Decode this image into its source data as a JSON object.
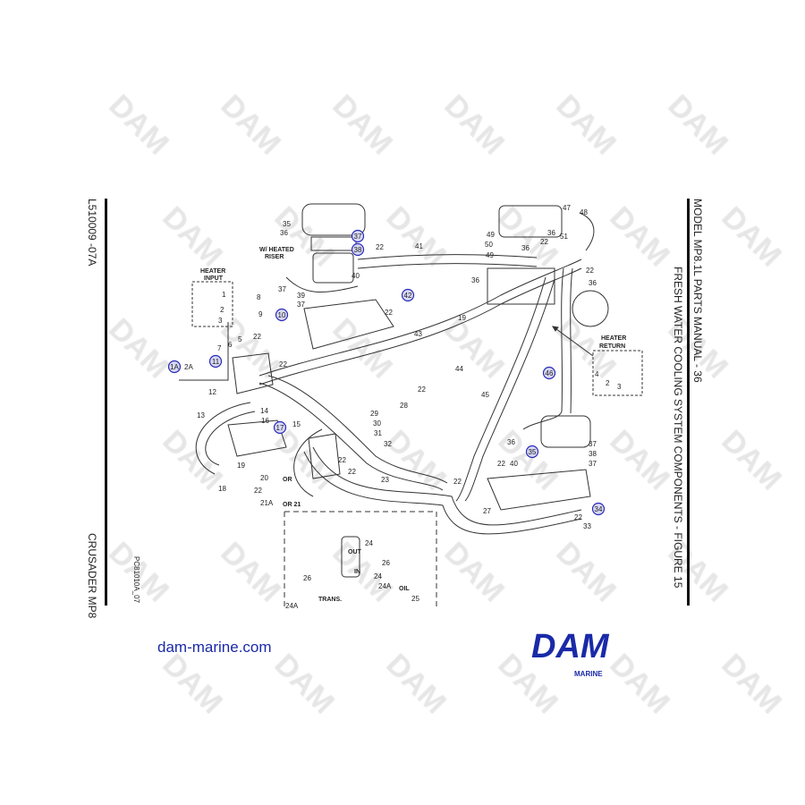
{
  "page": {
    "doc_code": "L510009 -07A",
    "side_title": "CRUSADER MP8",
    "manual_title": "MODEL MP8.1L PARTS MANUAL - 36",
    "figure_title": "FRESH WATER COOLING SYSTEM COMPONENTS - FIGURE 15",
    "drawing_code": "PC81010A_07",
    "website": "dam-marine.com",
    "logo_text": "DAM",
    "logo_sub": "MARINE",
    "watermark": "DAM"
  },
  "colors": {
    "callout": "#2a2ab8",
    "brand": "#1a2aa8",
    "line": "#333333"
  },
  "headings": {
    "heated_riser_1": "W/ HEATED",
    "heated_riser_2": "RISER",
    "heater_input_1": "HEATER",
    "heater_input_2": "INPUT",
    "heater_return_1": "HEATER",
    "heater_return_2": "RETURN"
  },
  "labels": [
    "35",
    "36",
    "22",
    "40",
    "1",
    "2",
    "3",
    "8",
    "9",
    "37",
    "39",
    "37",
    "22",
    "43",
    "6",
    "5",
    "22",
    "7",
    "22",
    "2A",
    "12",
    "13",
    "14",
    "15",
    "16",
    "19",
    "18",
    "20",
    "22",
    "21A",
    "OR 21",
    "OR",
    "29",
    "30",
    "31",
    "32",
    "22",
    "22",
    "23",
    "28",
    "22",
    "44",
    "41",
    "19",
    "45",
    "36",
    "49",
    "50",
    "49",
    "36",
    "22",
    "36",
    "51",
    "47",
    "48",
    "22",
    "36",
    "4",
    "2",
    "3",
    "36",
    "37",
    "38",
    "37",
    "22",
    "40",
    "22",
    "27",
    "22",
    "33",
    "24",
    "OUT",
    "26",
    "IN",
    "24",
    "26",
    "24A",
    "OIL",
    "25",
    "TRANS.",
    "24A"
  ],
  "callouts": [
    "37",
    "38",
    "10",
    "11",
    "1A",
    "17",
    "42",
    "46",
    "35",
    "34"
  ]
}
